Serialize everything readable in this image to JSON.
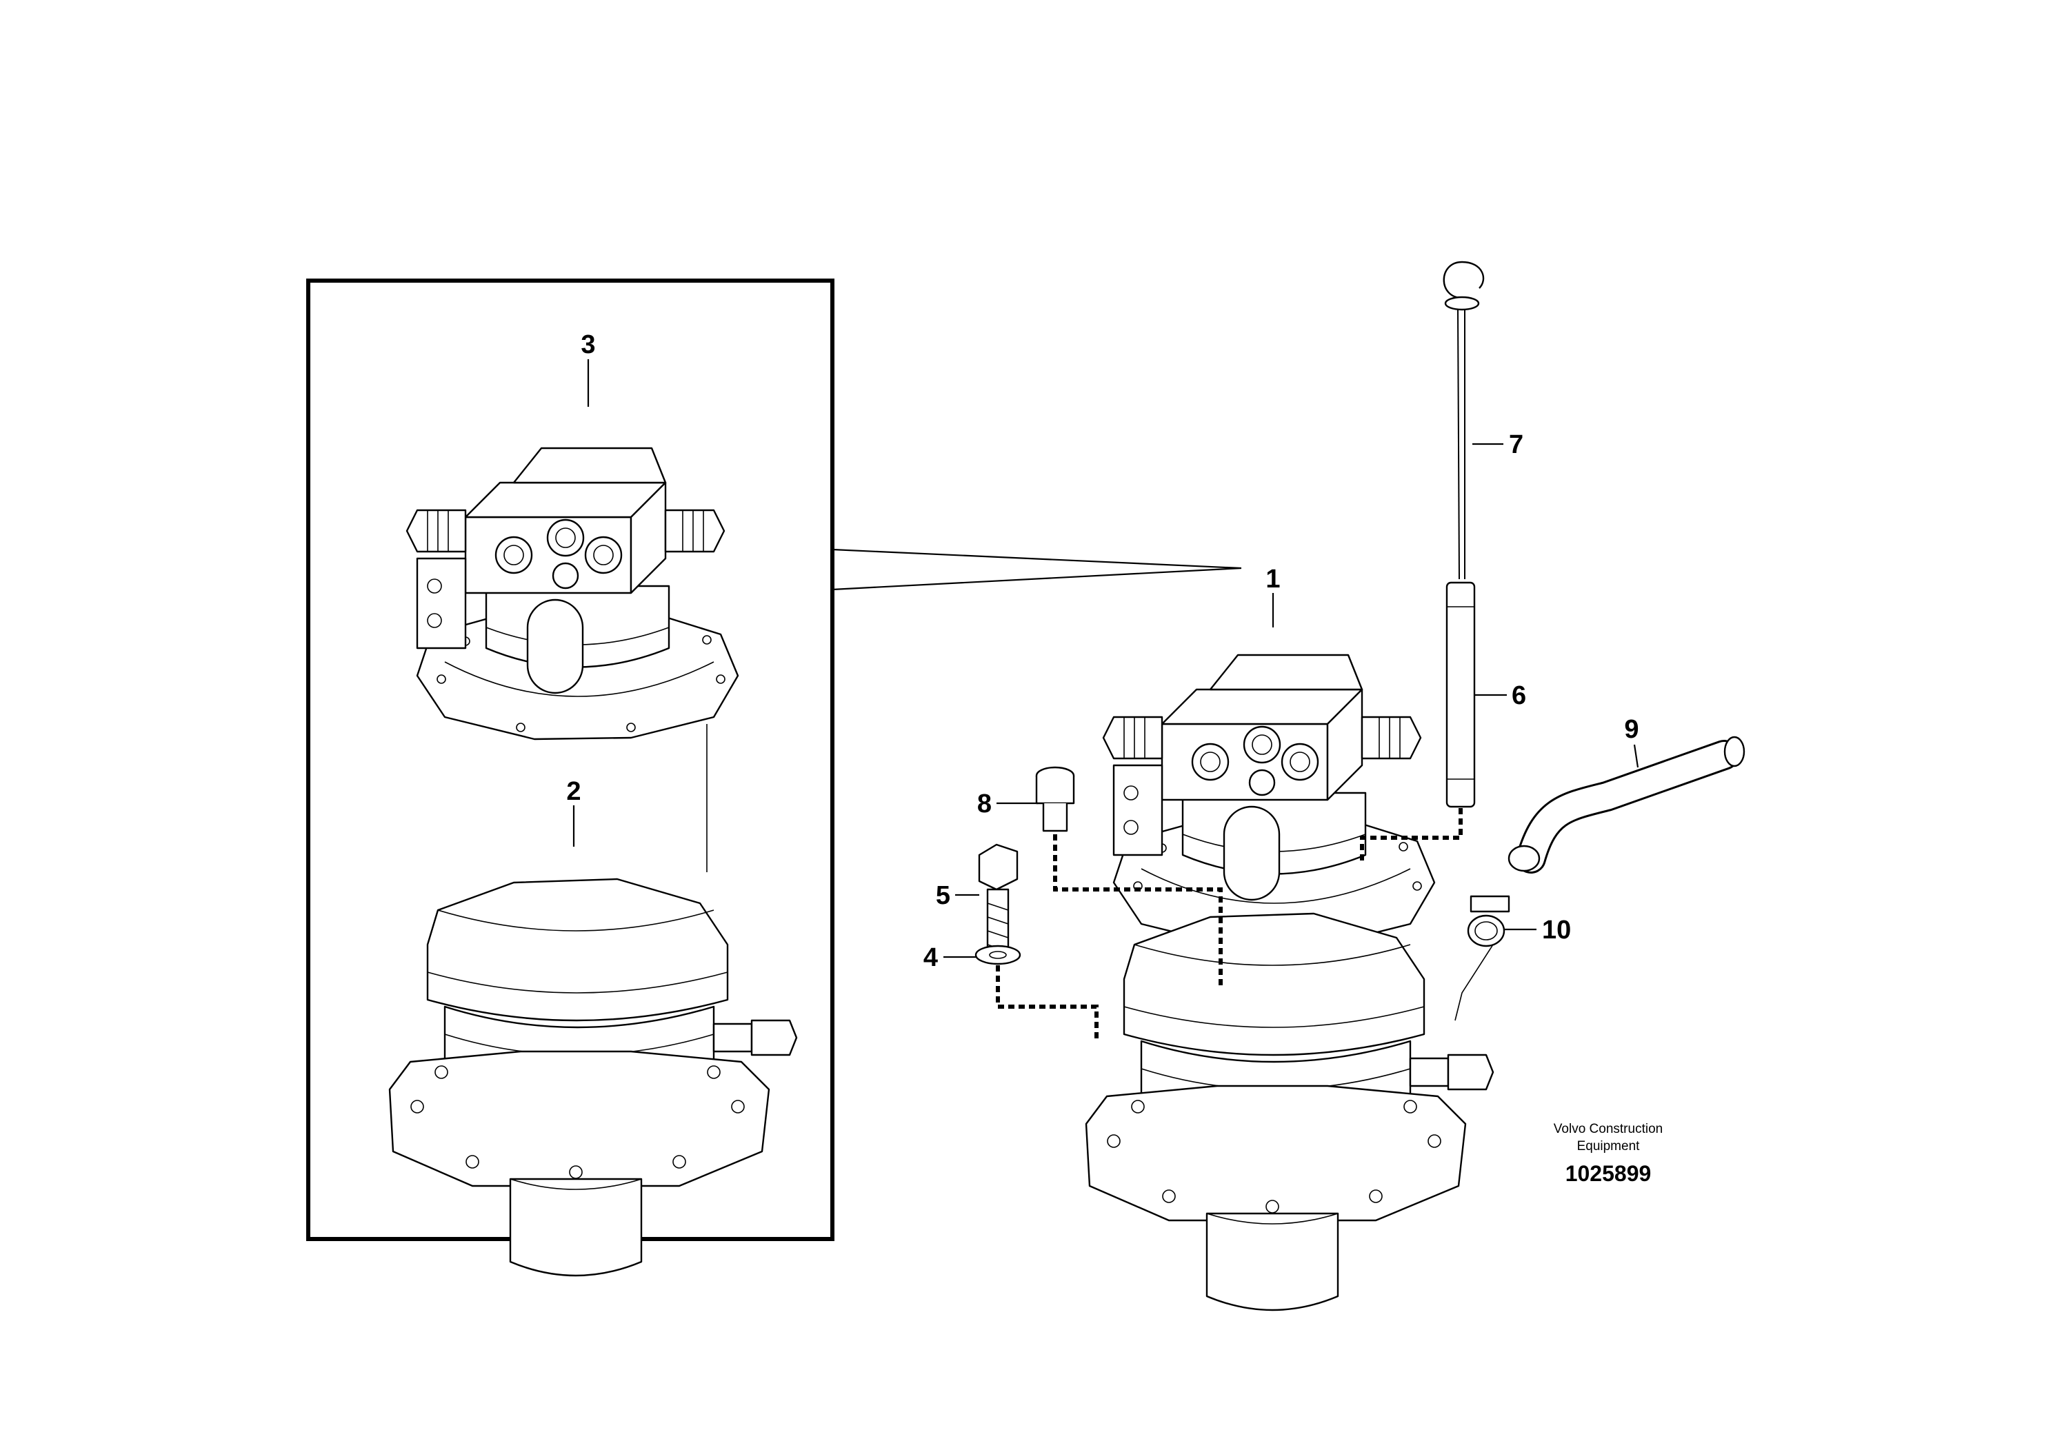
{
  "diagram": {
    "callouts": [
      {
        "id": "c1",
        "label": "1"
      },
      {
        "id": "c2",
        "label": "2"
      },
      {
        "id": "c3",
        "label": "3"
      },
      {
        "id": "c4",
        "label": "4"
      },
      {
        "id": "c5",
        "label": "5"
      },
      {
        "id": "c6",
        "label": "6"
      },
      {
        "id": "c7",
        "label": "7"
      },
      {
        "id": "c8",
        "label": "8"
      },
      {
        "id": "c9",
        "label": "9"
      },
      {
        "id": "c10",
        "label": "10"
      }
    ],
    "credit_line1": "Volvo Construction",
    "credit_line2": "Equipment",
    "document_number": "1025899"
  }
}
